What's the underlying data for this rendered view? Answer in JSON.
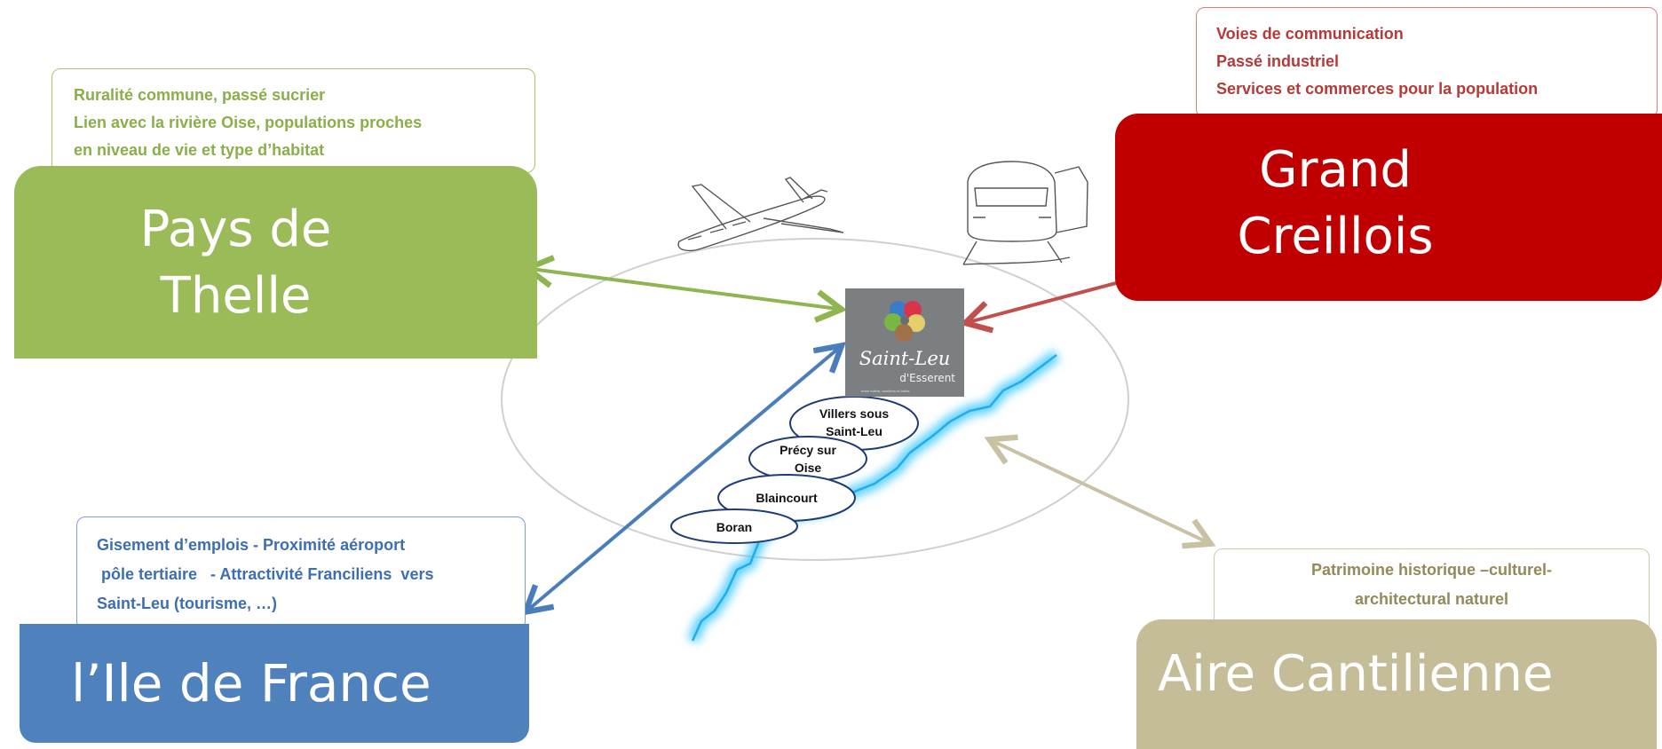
{
  "regions": {
    "pays_de_thelle": {
      "title_lines": [
        "Pays de",
        "Thelle"
      ],
      "note_lines": [
        "Ruralité commune, passé sucrier",
        "Lien avec la rivière Oise,  populations  proches",
        "en niveau de vie et type d’habitat"
      ],
      "color": "#9bbb59"
    },
    "grand_creillois": {
      "title_lines": [
        "Grand",
        "Creillois"
      ],
      "note_lines": [
        "Voies de communication",
        "Passé industriel",
        "Services et commerces pour la population"
      ],
      "color": "#c00000"
    },
    "ile_de_france": {
      "title_lines": [
        "l’Ile de France"
      ],
      "note_lines": [
        "Gisement d’emplois - Proximité aéroport",
        " pôle tertiaire   - Attractivité Franciliens  vers",
        "Saint-Leu (tourisme, …)"
      ],
      "color": "#4f81bd"
    },
    "aire_cantilienne": {
      "title_lines": [
        "Aire Cantilienne"
      ],
      "note_lines": [
        "Patrimoine historique –culturel-",
        "architectural  naturel"
      ],
      "color": "#c4bd97"
    }
  },
  "center": {
    "logo": {
      "script": "Saint-Leu",
      "sub": "d'Esserent",
      "tagline": "entre rivière, carrières et forêts"
    },
    "towns": [
      {
        "lines": [
          "Villers sous",
          "Saint-Leu"
        ]
      },
      {
        "lines": [
          "Précy sur",
          "Oise"
        ]
      },
      {
        "lines": [
          "Blaincourt"
        ]
      },
      {
        "lines": [
          "Boran"
        ]
      }
    ]
  },
  "icons": [
    "airplane-icon",
    "train-icon"
  ],
  "river_color": "#1faee9"
}
